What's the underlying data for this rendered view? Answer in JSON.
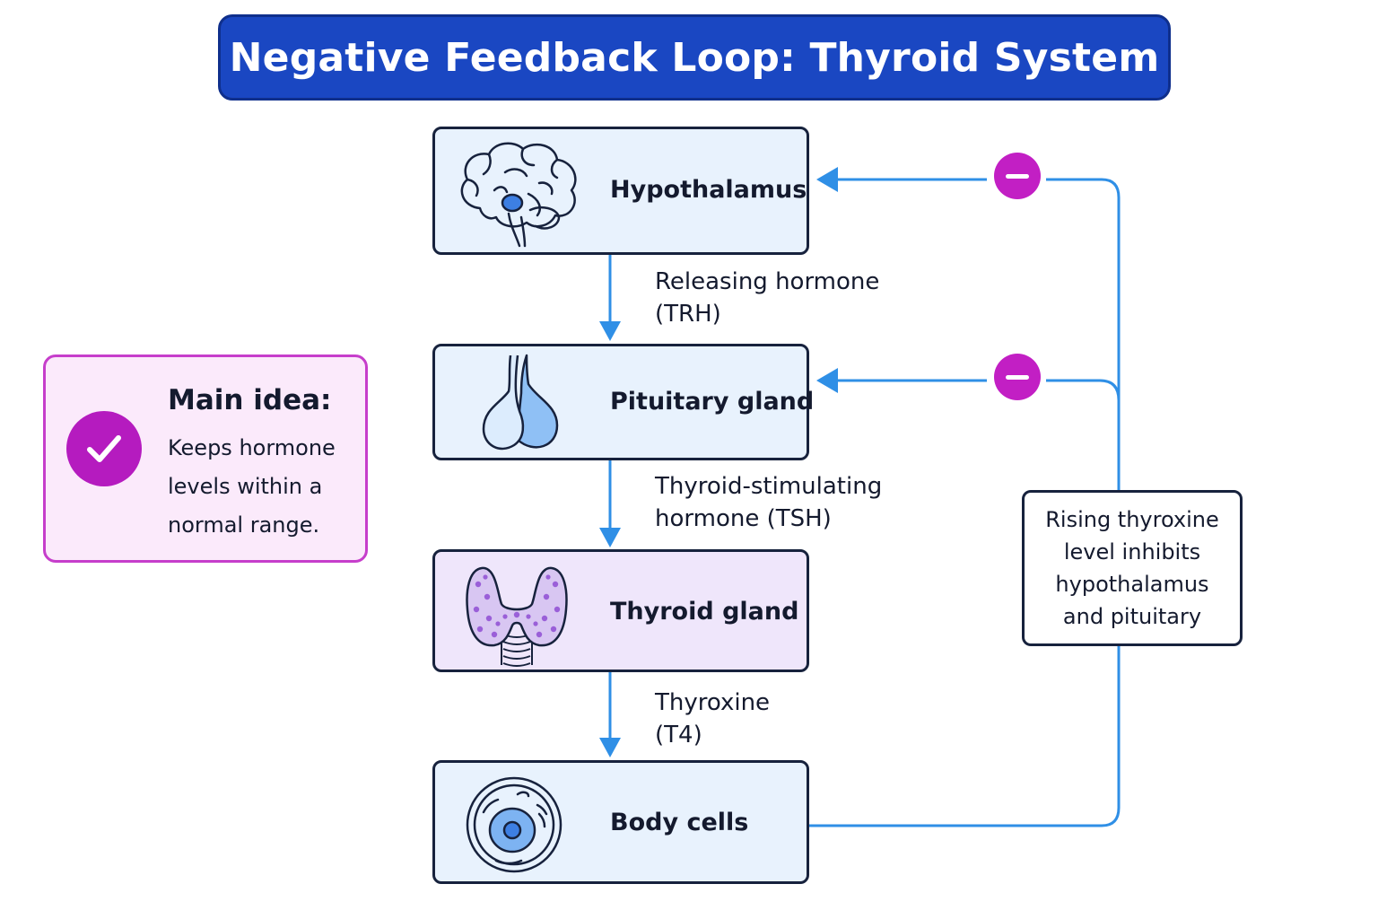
{
  "title": "Negative Feedback Loop: Thyroid System",
  "stages": [
    {
      "label": "Hypothalamus",
      "icon": "brain-icon"
    },
    {
      "label": "Pituitary gland",
      "icon": "pituitary-gland-icon"
    },
    {
      "label": "Thyroid gland",
      "icon": "thyroid-gland-icon"
    },
    {
      "label": "Body cells",
      "icon": "body-cell-icon"
    }
  ],
  "hormones": [
    {
      "line1": "Releasing hormone",
      "line2": "(TRH)"
    },
    {
      "line1": "Thyroid-stimulating",
      "line2": "hormone (TSH)"
    },
    {
      "line1": "Thyroxine",
      "line2": "(T4)"
    }
  ],
  "feedback_note": [
    "Rising thyroxine",
    "level inhibits",
    "hypothalamus",
    "and pituitary"
  ],
  "main_idea": {
    "heading": "Main idea:",
    "text": "Keeps hormone levels within a normal range."
  },
  "colors": {
    "banner": "#1a47c2",
    "arrow": "#2f8fe6",
    "inhibit": "#c21fc4",
    "box_fill": "#e8f2fd",
    "thyroid_fill": "#efe6fb",
    "main_idea_fill": "#fbeafb",
    "main_idea_border": "#c63ecb"
  }
}
